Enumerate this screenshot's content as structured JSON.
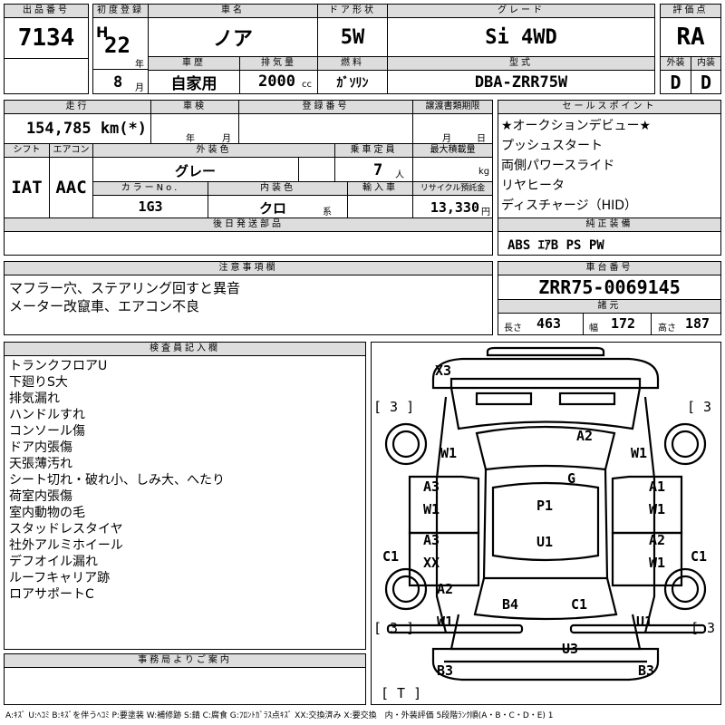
{
  "header": {
    "lot_no_label": "出品番号",
    "lot_no": "7134",
    "first_reg_label": "初度登録",
    "era": "H",
    "year": "22",
    "year_unit": "年",
    "month": "8",
    "month_unit": "月",
    "car_name_label": "車名",
    "car_name": "ノア",
    "door_label": "ドア形状",
    "door": "5W",
    "grade_label": "グレード",
    "grade": "Si 4WD",
    "score_label": "評価点",
    "score": "RA",
    "history_label": "車歴",
    "history": "自家用",
    "displacement_label": "排気量",
    "displacement": "2000",
    "displacement_unit": "cc",
    "fuel_label": "燃料",
    "fuel": "ｶﾞｿﾘﾝ",
    "model_label": "型式",
    "model": "DBA-ZRR75W",
    "exterior_label": "外装",
    "exterior_score": "D",
    "interior_label": "内装",
    "interior_score": "D"
  },
  "row2": {
    "mileage_label": "走行",
    "mileage": "154,785 km(*)",
    "inspection_label": "車検",
    "inspection_year_unit": "年",
    "inspection_month_unit": "月",
    "reg_no_label": "登録番号",
    "transfer_label": "譲渡書類期限",
    "transfer_month_unit": "月",
    "transfer_day_unit": "日",
    "shift_label": "シフト",
    "shift": "IAT",
    "ac_label": "エアコン",
    "ac": "AAC",
    "ext_color_label": "外装色",
    "ext_color": "グレー",
    "capacity_label": "乗車定員",
    "capacity": "7",
    "capacity_unit": "人",
    "max_load_label": "最大積載量",
    "max_load_unit": "kg",
    "color_no_label": "カラーNo.",
    "color_no": "1G3",
    "int_color_label": "内装色",
    "int_color": "クロ",
    "int_color_unit": "系",
    "import_label": "輸入車",
    "recycle_label": "リサイクル預託金",
    "recycle": "13,330",
    "recycle_unit": "円",
    "later_parts_label": "後日発送部品"
  },
  "sales_points": {
    "label": "セールスポイント",
    "items": [
      "★オークションデビュー★",
      "プッシュスタート",
      "両側パワースライド",
      "リヤヒータ",
      "ディスチャージ（HID）"
    ]
  },
  "equipment": {
    "label": "純正装備",
    "value": "ABS ｴｱB PS PW"
  },
  "notes": {
    "label": "注意事項欄",
    "lines": [
      "マフラー穴、ステアリング回すと異音",
      "メーター改竄車、エアコン不良"
    ]
  },
  "chassis": {
    "label": "車台番号",
    "value": "ZRR75-0069145",
    "dims_label": "諸元",
    "length_label": "長さ",
    "length": "463",
    "width_label": "幅",
    "width": "172",
    "height_label": "高さ",
    "height": "187"
  },
  "inspector": {
    "label": "検査員記入欄",
    "lines": [
      "トランクフロアU",
      "下廻りS大",
      "排気漏れ",
      "ハンドルすれ",
      "コンソール傷",
      "ドア内張傷",
      "天張薄汚れ",
      "シート切れ・破れ小、しみ大、へたり",
      "荷室内張傷",
      "室内動物の毛",
      "スタッドレスタイヤ",
      "社外アルミホイール",
      "デフオイル漏れ",
      "ルーフキャリア跡",
      "ロアサポートC"
    ]
  },
  "office": {
    "label": "事務局よりご案内"
  },
  "diagram": {
    "marks": {
      "x3": "X3",
      "a2_top": "A2",
      "w1_left_top": "W1",
      "w1_right_top": "W1",
      "g": "G",
      "a3_left": "A3",
      "w1_left_mid": "W1",
      "a1_right": "A1",
      "w1_right_mid": "W1",
      "p1": "P1",
      "u1": "U1",
      "a3_left_low": "A3",
      "xx": "XX",
      "a2_right": "A2",
      "w1_right_low": "W1",
      "c1_left": "C1",
      "c1_right": "C1",
      "a2_left_low": "A2",
      "w1_left_low": "W1",
      "b4": "B4",
      "c1_center": "C1",
      "u1_right": "U1",
      "u3": "U3",
      "b3_left": "B3",
      "b3_right": "B3"
    },
    "brackets": {
      "tl": "[ 3 ]",
      "tr": "[ 3",
      "bl": "[ 3 ]",
      "br": "[ 3 ]",
      "t": "[ T ]"
    }
  },
  "legend": "A:ｷｽﾞ U:ﾍｺﾐ B:ｷｽﾞを伴うﾍｺﾐ P:要塗装 W:補修跡 S:錆 C:腐食 G:ﾌﾛﾝﾄｶﾞﾗｽ点ｷｽﾞ XX:交換済み X:要交換　内・外装評価 5段階ﾗﾝｸ順(A・B・C・D・E) 1"
}
